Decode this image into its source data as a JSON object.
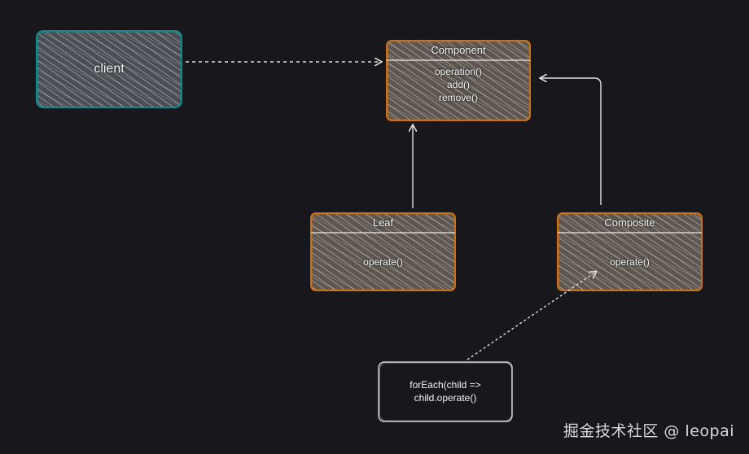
{
  "client": {
    "label": "client"
  },
  "component": {
    "title": "Component",
    "methods": [
      "operation()",
      "add()",
      "remove()"
    ]
  },
  "leaf": {
    "title": "Leaf",
    "methods": [
      "operate()"
    ]
  },
  "composite": {
    "title": "Composite",
    "methods": [
      "operate()"
    ]
  },
  "note": {
    "lines": [
      "forEach(child =>",
      "child.operate()"
    ]
  },
  "watermark": "掘金技术社区 @ leopai",
  "colors": {
    "background": "#18171b",
    "client_stroke": "#0f8b8d",
    "class_stroke": "#c8701a",
    "hatch": "#d8d8d8",
    "class_fill": "#5e564f",
    "client_fill": "#4a4f55",
    "connector": "#e0e0e0"
  }
}
